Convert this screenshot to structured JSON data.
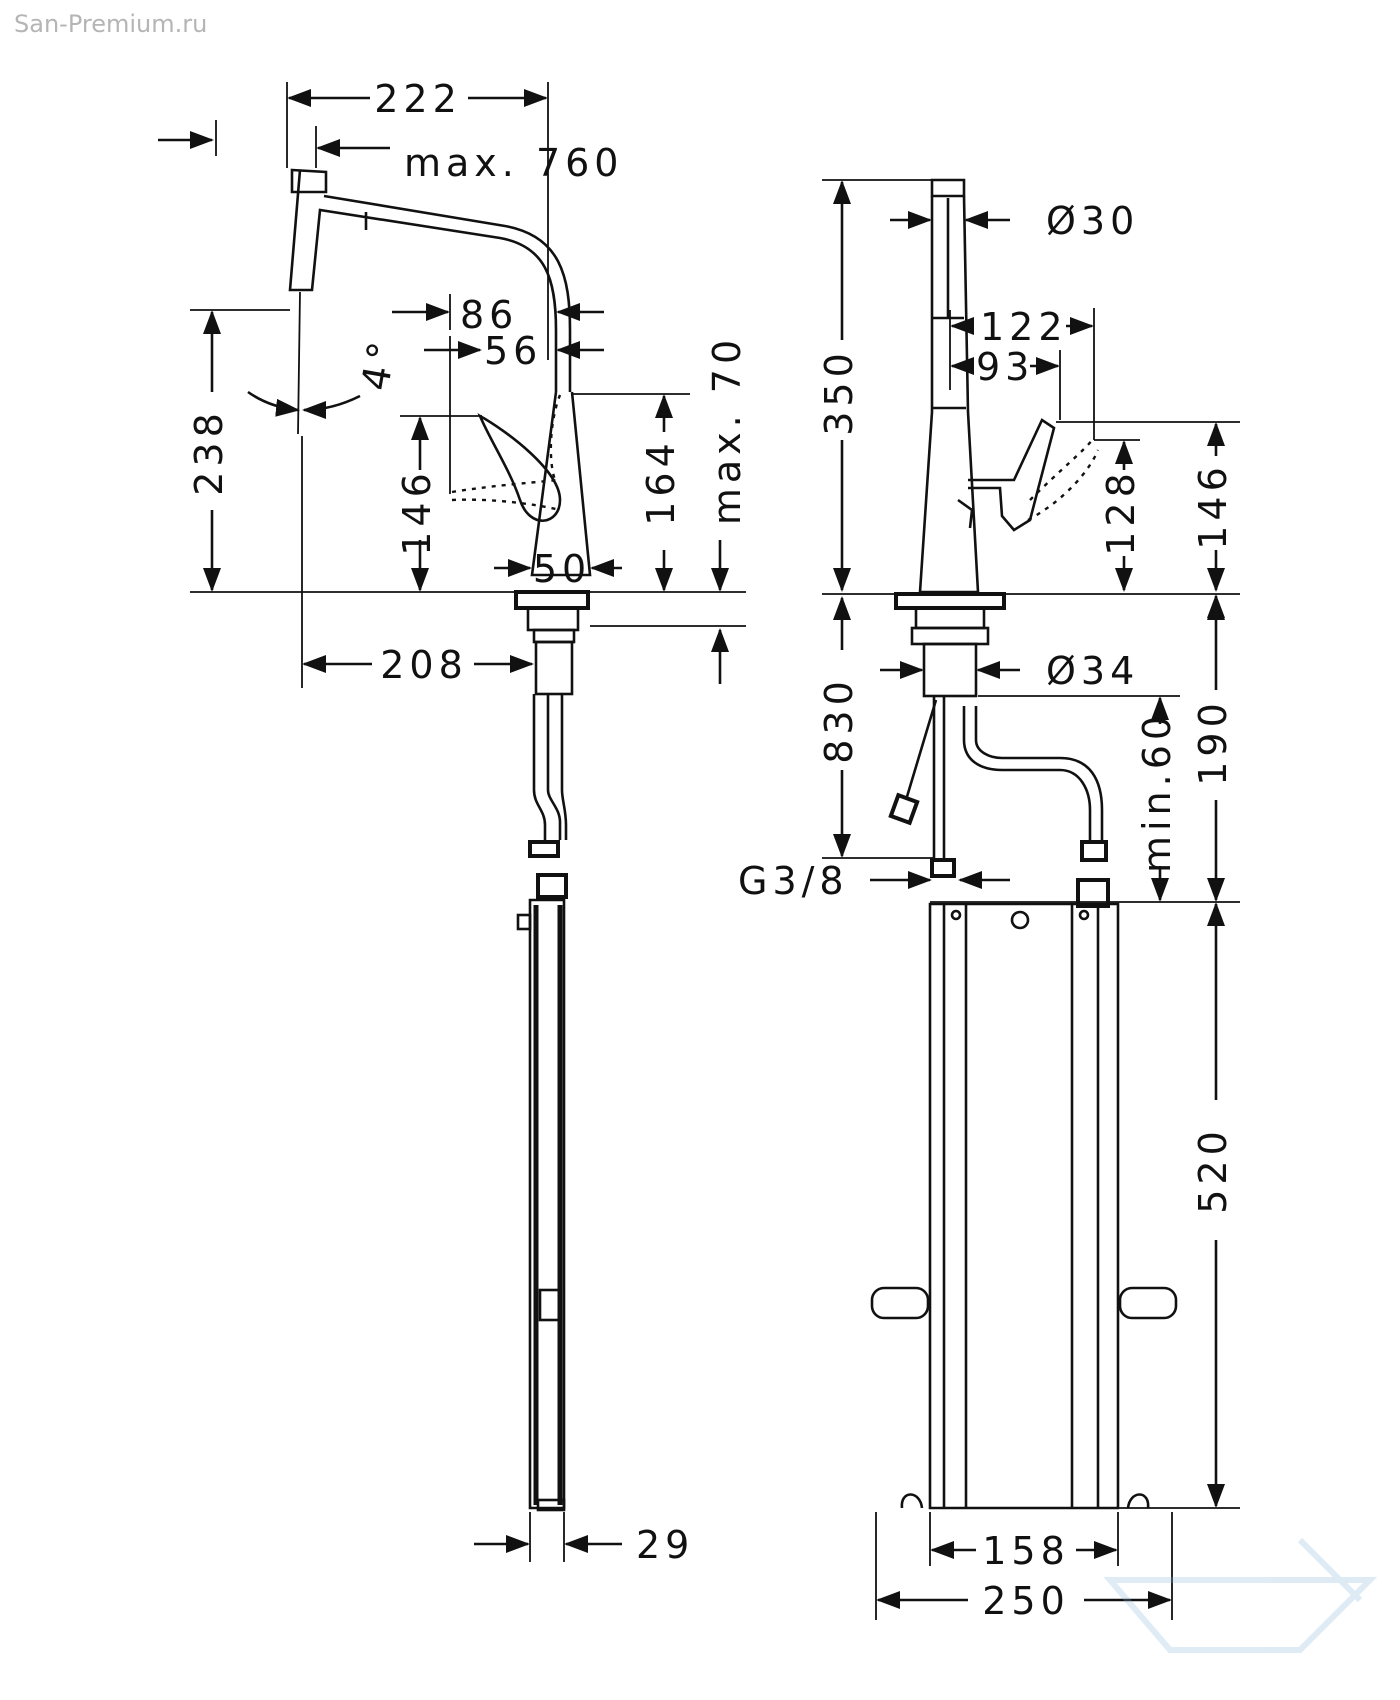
{
  "watermark": "San-Premium.ru",
  "side_view": {
    "dims": {
      "d222": "222",
      "dmax760": "max. 760",
      "d86": "86",
      "d56": "56",
      "dmax70": "max. 70",
      "d4deg": "4°",
      "d238": "238",
      "d146": "146",
      "d164": "164",
      "d50": "50",
      "d208": "208",
      "d29": "29"
    }
  },
  "front_view": {
    "dims": {
      "d350": "350",
      "dia30": "Ø30",
      "d122": "122",
      "d93": "93",
      "d128": "128",
      "d146": "146",
      "d830": "830",
      "dia34": "Ø34",
      "dmin60": "min.60",
      "d190": "190",
      "g38": "G3/8",
      "d520": "520",
      "d158": "158",
      "d250": "250"
    }
  }
}
